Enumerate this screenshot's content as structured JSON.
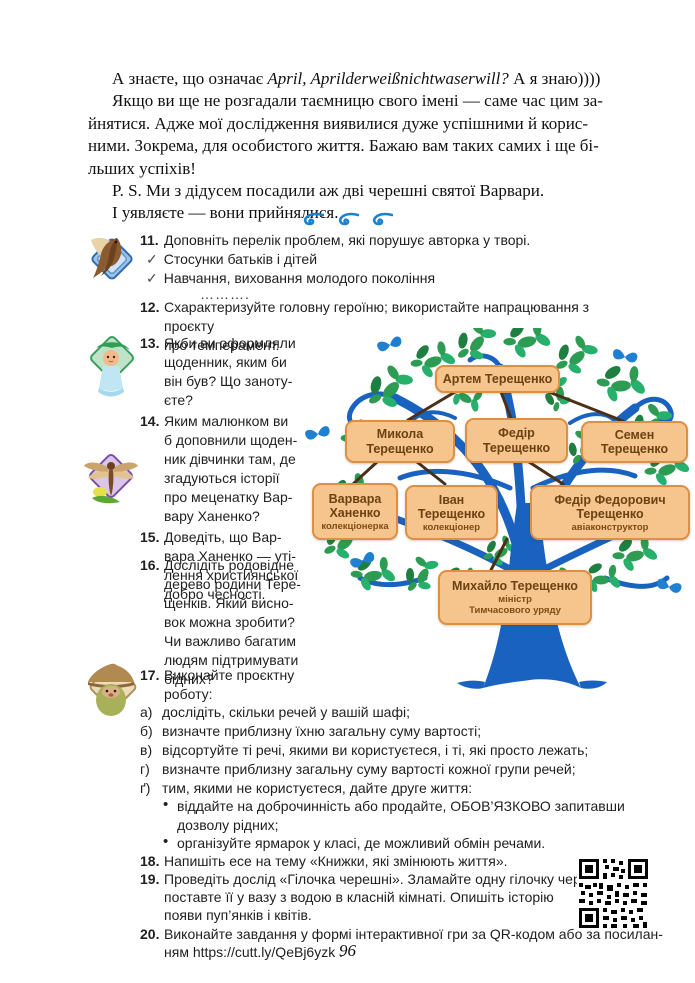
{
  "intro": {
    "p1_prefix": "А знаєте, що означає ",
    "p1_italic": "April, Aprilderweißnichtwaserwill?",
    "p1_suffix": " А я знаю))))",
    "p2": "Якщо ви ще не розгадали таємницю свого імені — саме час цим за-\nйнятися. Адже мої дослідження виявилися дуже успішними й корис-\nними. Зокрема, для особистого життя. Бажаю вам таких самих і ще бі-\nльших успіхів!",
    "p3": "P. S. Ми з дідусем посадили аж дві черешні святої Варвари.",
    "p4": "І уявляєте — вони прийнялися."
  },
  "divider_color": "#1b82cf",
  "icons": [
    "hawk-on-book",
    "fairy-girl",
    "dragonfly",
    "forest-gnome"
  ],
  "tasks": {
    "t11": {
      "num": "11.",
      "text": "Доповніть перелік проблем, які порушує авторка у творі."
    },
    "t11_checks": [
      "Стосунки батьків і дітей",
      "Навчання, виховання молодого покоління"
    ],
    "t11_dots": "……….",
    "check_glyph": "✓",
    "t12": {
      "num": "12.",
      "text": "Схарактеризуйте головну героїню; використайте напрацювання з проєкту\nпро темперамент."
    },
    "t13": {
      "num": "13.",
      "text": "Якби ви оформляли\nщоденник, яким би\nвін був? Що заноту-\nєте?"
    },
    "t14": {
      "num": "14.",
      "text": "Яким малюнком ви\nб доповнили щоден-\nник дівчинки там, де\nзгадуються історії\nпро меценатку Вар-\nвару Ханенко?"
    },
    "t15": {
      "num": "15.",
      "text": "Доведіть, що Вар-\nвара Ханенко — уті-\nлення християнської\nдобро чесності."
    },
    "t16": {
      "num": "16.",
      "text": "Дослідіть родовідне\nдерево родини Тере-\nщенків. Який висно-\nвок можна зробити?\nЧи важливо багатим\nлюдям підтримувати\nбідних?"
    },
    "t17": {
      "num": "17.",
      "text": "Виконайте проєктну\nроботу:"
    },
    "subtasks": [
      {
        "label": "а)",
        "text": "дослідіть, скільки речей у вашій шафі;"
      },
      {
        "label": "б)",
        "text": "визначте приблизну їхню загальну суму вартості;"
      },
      {
        "label": "в)",
        "text": "відсортуйте ті речі, якими ви користуєтеся, і ті, які просто лежать;"
      },
      {
        "label": "г)",
        "text": "визначте приблизну загальну суму вартості кожної групи речей;"
      },
      {
        "label": "ґ)",
        "text": "тим, якими не користуєтеся, дайте друге життя:"
      }
    ],
    "bullet_glyph": "•",
    "bullets": [
      "віддайте на доброчинність або продайте, ОБОВ’ЯЗКОВО запитавши\nдозволу рідних;",
      "організуйте ярмарок у класі, де можливий обмін речами."
    ],
    "t18": {
      "num": "18.",
      "text": "Напишіть есе на тему «Книжки, які змінюють життя»."
    },
    "t19": {
      "num": "19.",
      "text": "Проведіть дослід «Гілочка черешні». Зламайте одну гілочку черешні,\nпоставте її у вазу з водою в класній кімнаті. Опишіть історію\nпояви пуп’янків і квітів."
    },
    "t20": {
      "num": "20.",
      "text": "Виконайте завдання у формі інтерактивної гри за QR-кодом або за посилан-\nням https://cutt.ly/QeBj6yzk ."
    }
  },
  "tree": {
    "trunk_color": "#1a62c0",
    "leaf_colors": [
      "#2d9b52",
      "#27b06b",
      "#1f7f41"
    ],
    "plate_bg": "#f6c48d",
    "plate_border": "#dd8f43",
    "nodes": [
      {
        "name": "Артем Терещенко",
        "subtitle": ""
      },
      {
        "name": "Микола\nТерещенко",
        "subtitle": ""
      },
      {
        "name": "Федір\nТерещенко",
        "subtitle": ""
      },
      {
        "name": "Семен\nТерещенко",
        "subtitle": ""
      },
      {
        "name": "Варвара\nХаненко",
        "subtitle": "колекціонерка"
      },
      {
        "name": "Іван\nТерещенко",
        "subtitle": "колекціонер"
      },
      {
        "name": "Федір Федорович\nТерещенко",
        "subtitle": "авіаконструктор"
      },
      {
        "name": "Михайло Терещенко",
        "subtitle": "міністр\nТимчасового уряду"
      }
    ]
  },
  "page_number": "96"
}
